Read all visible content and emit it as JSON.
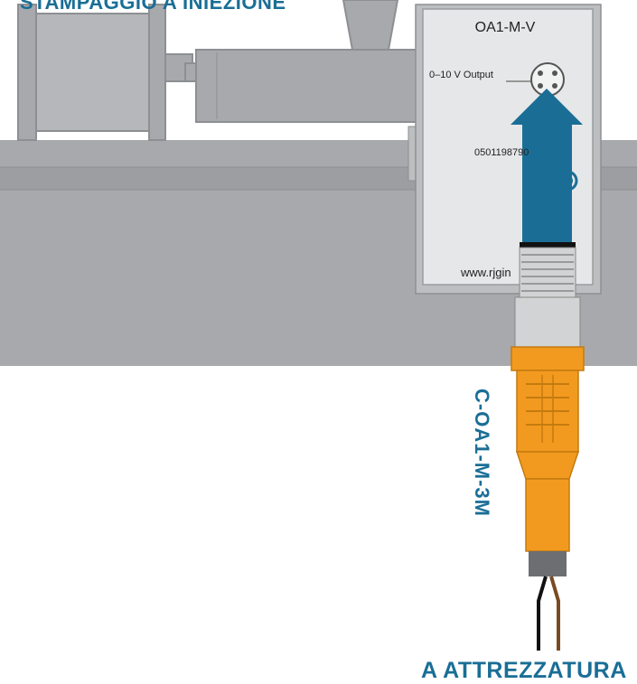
{
  "titles": {
    "top": "STAMPAGGIO A INIEZIONE",
    "bottom": "A ATTREZZATURA"
  },
  "sensor_box": {
    "model": "OA1-M-V",
    "output_label": "0–10 V Output",
    "serial": "0501198790",
    "website": "www.rjgin",
    "logo": "RJG"
  },
  "cable": {
    "label": "C-OA1-M-3M"
  },
  "colors": {
    "machine_gray": "#a7a9ac",
    "machine_dark": "#8d8f92",
    "sensor_box": "#e6e7e8",
    "arrow_blue": "#1a6e96",
    "cable_orange": "#f29a1f",
    "connector_metal": "#d1d3d4",
    "wire_black": "#111111",
    "wire_brown": "#7a4a22"
  }
}
